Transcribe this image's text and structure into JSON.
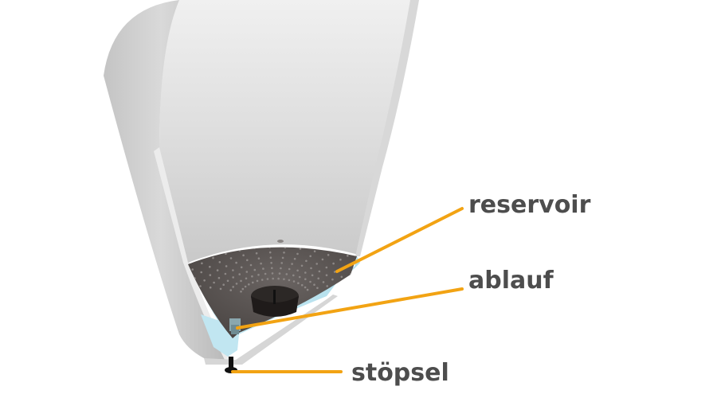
{
  "labels": {
    "reservoir": "reservoir",
    "ablauf": "ablauf",
    "stoepsel": "stöpsel"
  },
  "colors": {
    "callout_line": "#f2a313",
    "label_text": "#4d4d4d",
    "water": "#bfe7f2",
    "base_disc": "#55504e"
  }
}
